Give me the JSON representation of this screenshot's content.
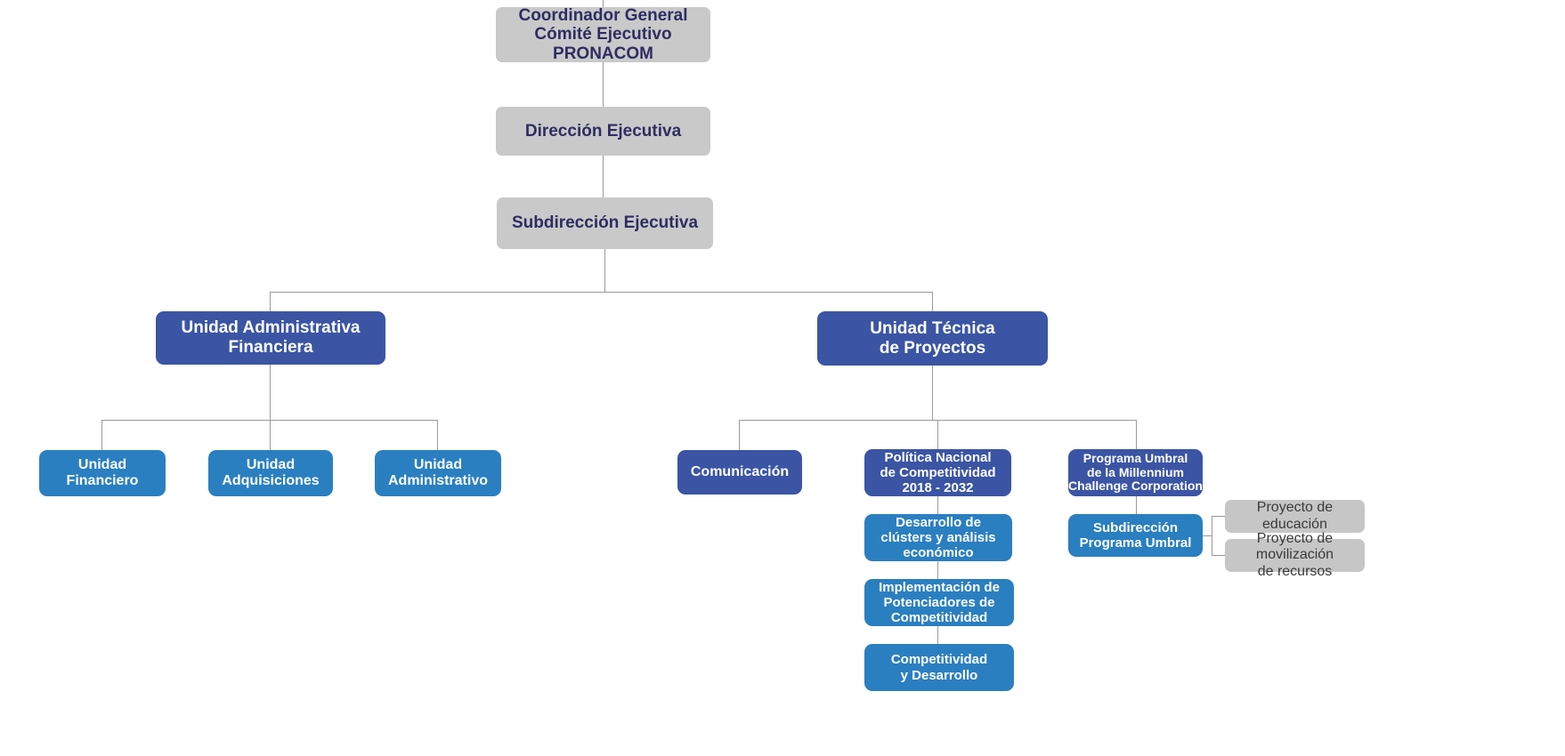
{
  "chart": {
    "type": "org-chart",
    "title": "Estructura organizacional PRONACOM",
    "colors": {
      "header_box": "#c9c9c9",
      "header_text": "#2e2d62",
      "navy_box": "#3b55a4",
      "blue_box": "#2a7fc1",
      "gray_leaf_box": "#c6c6c6",
      "gray_leaf_text": "#3a3a3a",
      "connector_line": "#9a9a9a",
      "background": "#ffffff"
    }
  },
  "nodes": {
    "coordinador_general": "Coordinador General\nCómité Ejecutivo PRONACOM",
    "direccion_ejecutiva": "Dirección Ejecutiva",
    "subdireccion_ejecutiva": "Subdirección Ejecutiva",
    "unidad_administrativa_financiera": "Unidad Administrativa\nFinanciera",
    "unidad_tecnica_proyectos": "Unidad Técnica\nde Proyectos",
    "unidad_financiero": "Unidad\nFinanciero",
    "unidad_adquisiciones": "Unidad\nAdquisiciones",
    "unidad_administrativo": "Unidad\nAdministrativo",
    "comunicacion": "Comunicación",
    "politica_nacional_competitividad": "Política Nacional\nde Competitividad\n2018 - 2032",
    "desarrollo_clusters": "Desarrollo de\nclústers y análisis\neconómico",
    "implementacion_potenciadores": "Implementación de\nPotenciadores de\nCompetitividad",
    "competitividad_desarrollo": "Competitividad\ny Desarrollo",
    "programa_umbral_mcc": "Programa Umbral\nde la Millennium\nChallenge Corporation",
    "subdireccion_programa_umbral": "Subdirección\nPrograma Umbral",
    "proyecto_educacion": "Proyecto de\neducación",
    "proyecto_movilizacion": "Proyecto de movilización\nde recursos"
  }
}
